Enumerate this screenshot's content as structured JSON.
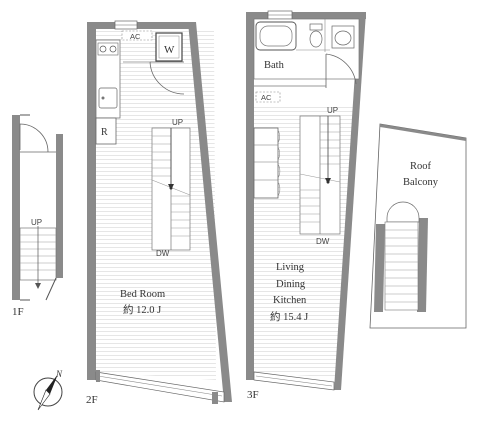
{
  "floors": {
    "f1": {
      "label": "1F",
      "stair": "UP"
    },
    "f2": {
      "label": "2F",
      "ac": "AC",
      "washer": "W",
      "fridge": "R",
      "stair_up": "UP",
      "stair_down": "DW",
      "room_name": "Bed Room",
      "room_size": "約 12.0 J"
    },
    "f3": {
      "label": "3F",
      "bath": "Bath",
      "ac": "AC",
      "stair_up": "UP",
      "stair_down": "DW",
      "room_line1": "Living",
      "room_line2": "Dining",
      "room_line3": "Kitchen",
      "room_size": "約 15.4 J"
    },
    "roof": {
      "line1": "Roof",
      "line2": "Balcony"
    }
  },
  "compass": {
    "north": "N"
  },
  "colors": {
    "wall": "#8a8a8a",
    "line": "#555555",
    "floor_hatch": "#d8d8d8"
  }
}
